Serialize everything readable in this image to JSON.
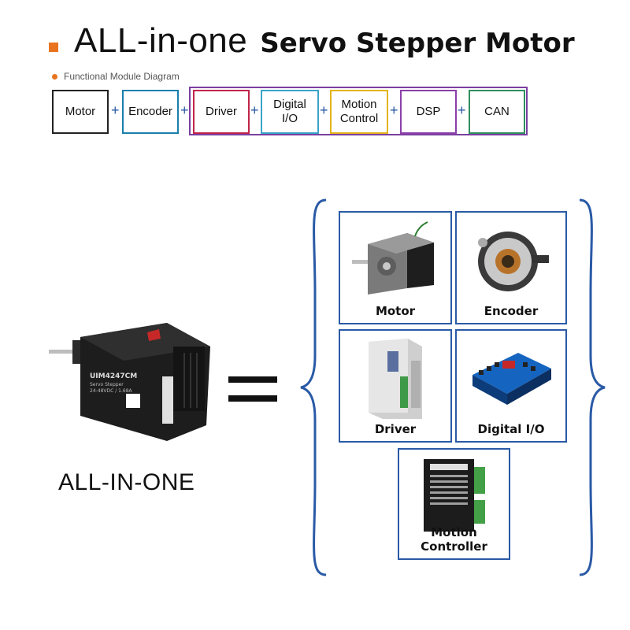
{
  "header": {
    "title_main": "ALL-in-one",
    "title_sub": "Servo Stepper Motor"
  },
  "diagram_label": "Functional Module Diagram",
  "modules": [
    {
      "label": "Motor",
      "color": "#222222"
    },
    {
      "label": "Encoder",
      "color": "#1a7fae"
    },
    {
      "label": "Driver",
      "color": "#c0264a"
    },
    {
      "label": "Digital I/O",
      "color": "#3aa3c9"
    },
    {
      "label": "Motion Control",
      "color": "#e3b31c"
    },
    {
      "label": "DSP",
      "color": "#8c3fa8"
    },
    {
      "label": "CAN",
      "color": "#2f8f5e"
    }
  ],
  "plus_symbol": "+",
  "all_in_one_label": "ALL-IN-ONE",
  "product": {
    "model": "UIM4247CM",
    "line1": "Servo Stepper",
    "line2": "24-48VDC / 1.68A"
  },
  "components": [
    {
      "label": "Motor",
      "icon": "stepper-motor-icon"
    },
    {
      "label": "Encoder",
      "icon": "encoder-icon"
    },
    {
      "label": "Driver",
      "icon": "driver-icon"
    },
    {
      "label": "Digital I/O",
      "icon": "digital-io-module-icon"
    },
    {
      "label": "Motion Controller",
      "icon": "motion-controller-icon"
    }
  ],
  "colors": {
    "accent_orange": "#e8741f",
    "card_border": "#2a5aa6",
    "brace": "#2a5aa6"
  }
}
